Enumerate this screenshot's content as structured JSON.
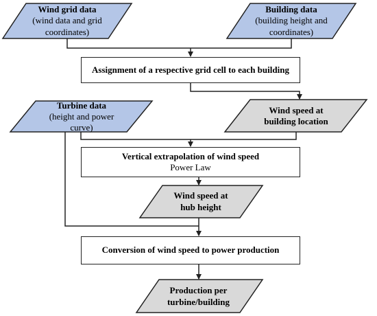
{
  "nodes": {
    "wind_grid": {
      "title": "Wind grid data",
      "subtitle": "(wind data and grid coordinates)"
    },
    "building": {
      "title": "Building data",
      "subtitle": "(building height and coordinates)"
    },
    "assignment": {
      "title": "Assignment of a respective grid cell to each building"
    },
    "turbine": {
      "title": "Turbine data",
      "subtitle": "(height and power curve)"
    },
    "wind_speed_building": {
      "title": "Wind speed at building location"
    },
    "vertical_extrapolation": {
      "title": "Vertical extrapolation of wind speed",
      "subtitle": "Power Law"
    },
    "wind_speed_hub": {
      "title": "Wind speed at hub height"
    },
    "conversion": {
      "title": "Conversion of wind speed to power production"
    },
    "production": {
      "title": "Production per turbine/building"
    }
  },
  "colors": {
    "input_fill": "#b4c6e7",
    "intermediate_fill": "#d9d9d9",
    "stroke": "#222222"
  }
}
